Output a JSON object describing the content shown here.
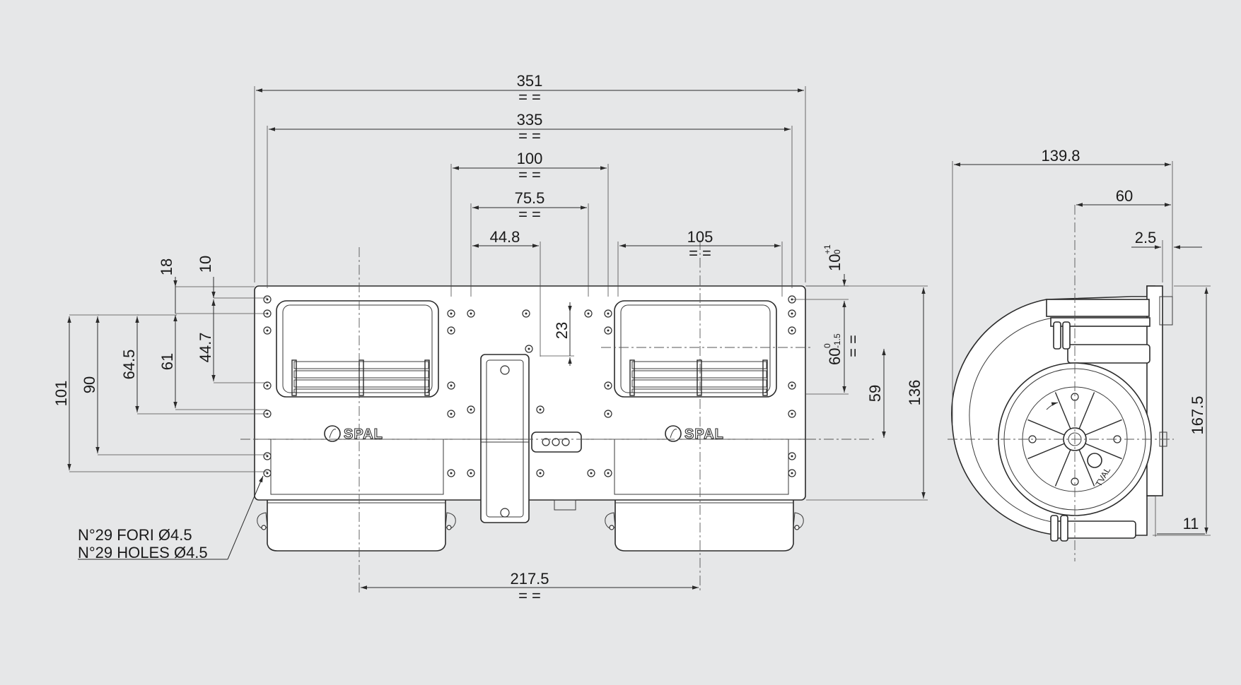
{
  "front_view": {
    "dimensions": {
      "overall_width": "351",
      "hole_span_width": "335",
      "center_hole_span": "100",
      "inner_hole_span": "75.5",
      "offset_44_8": "44.8",
      "right_housing_span": "105",
      "wheel_spacing": "217.5",
      "left_18": "18",
      "left_10": "10",
      "left_101": "101",
      "left_90": "90",
      "left_64_5": "64.5",
      "left_61": "61",
      "left_44_7": "44.7",
      "center_23": "23",
      "right_10_main": "10",
      "right_10_sup": "+1",
      "right_10_sub": "0",
      "right_60_main": "60",
      "right_60_sup": "0",
      "right_60_sub": "-1.5",
      "right_59": "59",
      "right_136": "136"
    },
    "equal_marks": "= =",
    "brand_left": "SPAL",
    "brand_right": "SPAL",
    "note_line_1": "N°29 FORI Ø4.5",
    "note_line_2": "N°29 HOLES Ø4.5"
  },
  "side_view": {
    "dimensions": {
      "depth": "139.8",
      "axis_offset": "60",
      "flange": "2.5",
      "height": "167.5",
      "bottom": "11"
    },
    "motor_label": "TVAL"
  }
}
